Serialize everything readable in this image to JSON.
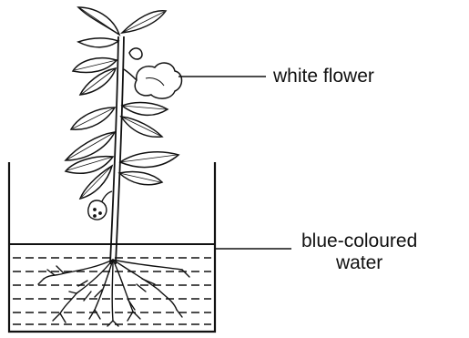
{
  "labels": {
    "flower": "white flower",
    "water_line1": "blue-coloured",
    "water_line2": "water"
  }
}
